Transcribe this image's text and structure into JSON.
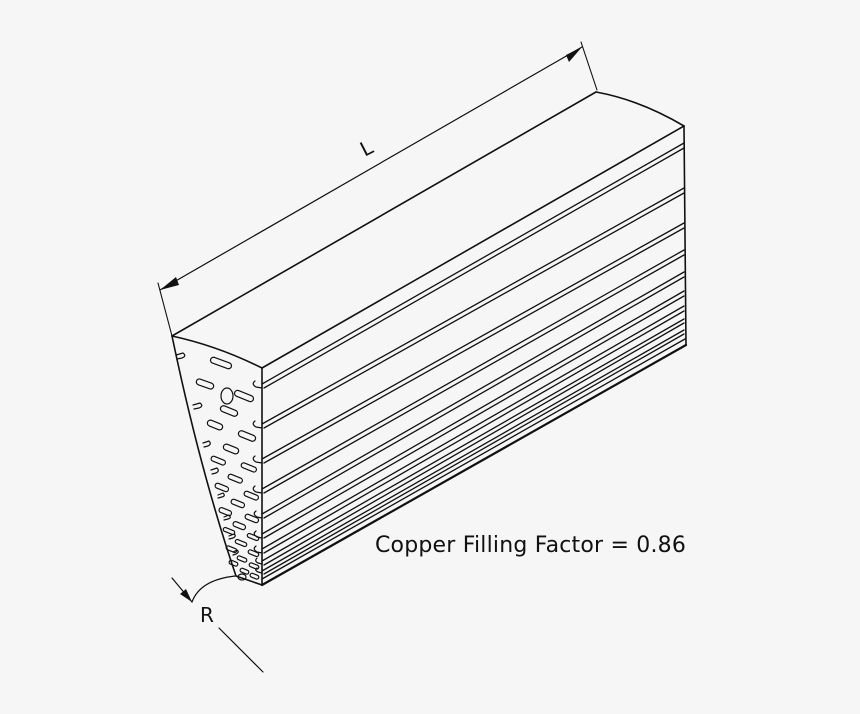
{
  "diagram": {
    "type": "isometric-technical-drawing",
    "subject": "curved wedge-shaped stacked conductor bar with cooling slots",
    "dimensions": {
      "length_label": "L",
      "radius_label": "R"
    },
    "annotation": "Copper Filling Factor = 0.86",
    "line_color": "#111111",
    "background_color": "#f6f6f6",
    "layer_count": 11
  }
}
